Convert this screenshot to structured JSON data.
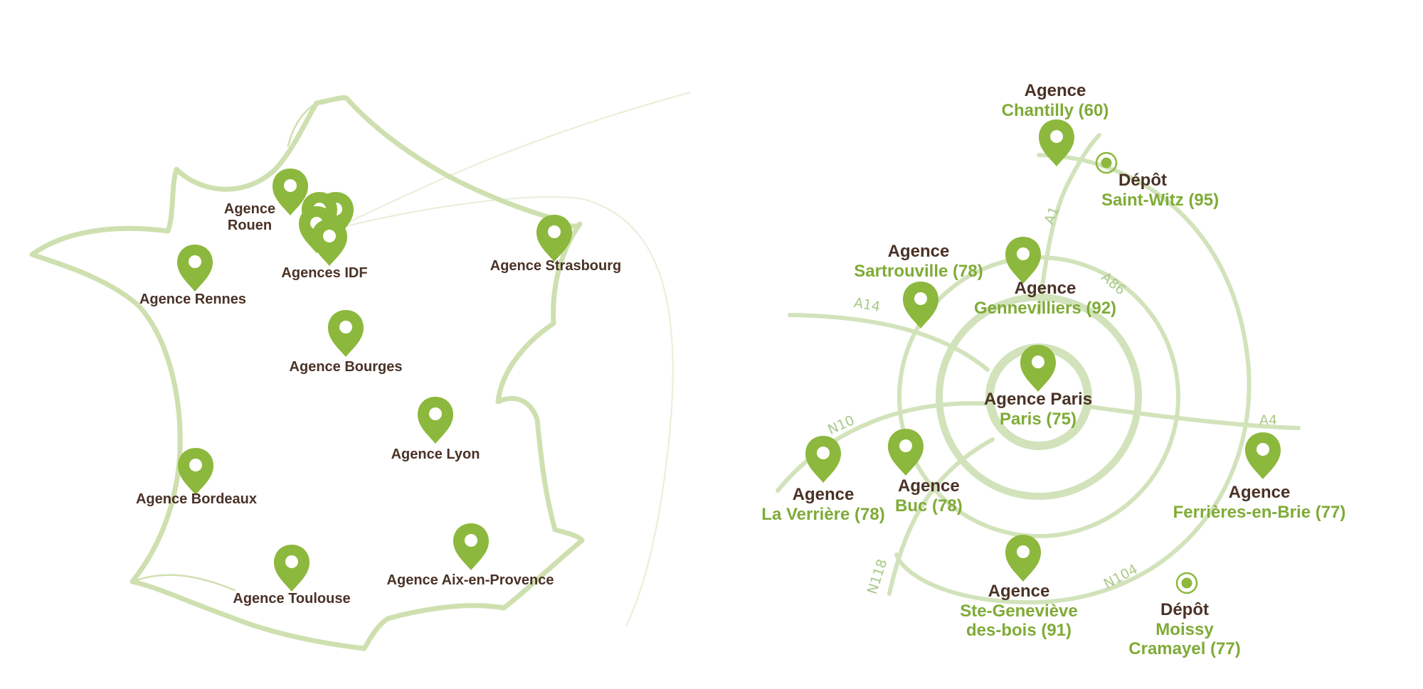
{
  "colors": {
    "pin": "#8cb83d",
    "pin_hole": "#ffffff",
    "map_line": "#cfe0b0",
    "road_line": "#d2e3bb",
    "label_dark": "#4a3226",
    "label_green": "#7fab37",
    "road_label": "#a9c98a"
  },
  "france_map": {
    "agencies": [
      {
        "id": "rouen",
        "label_line1": "Agence",
        "label_line2": "Rouen",
        "icon": "map-pin-icon"
      },
      {
        "id": "idf",
        "label_line1": "Agences IDF",
        "icon": "map-pin-icon"
      },
      {
        "id": "rennes",
        "label_line1": "Agence Rennes",
        "icon": "map-pin-icon"
      },
      {
        "id": "strasbourg",
        "label_line1": "Agence Strasbourg",
        "icon": "map-pin-icon"
      },
      {
        "id": "bourges",
        "label_line1": "Agence Bourges",
        "icon": "map-pin-icon"
      },
      {
        "id": "lyon",
        "label_line1": "Agence Lyon",
        "icon": "map-pin-icon"
      },
      {
        "id": "bordeaux",
        "label_line1": "Agence Bordeaux",
        "icon": "map-pin-icon"
      },
      {
        "id": "toulouse",
        "label_line1": "Agence Toulouse",
        "icon": "map-pin-icon"
      },
      {
        "id": "aix",
        "label_line1": "Agence Aix-en-Provence",
        "icon": "map-pin-icon"
      }
    ]
  },
  "idf_map": {
    "roads": [
      "A1",
      "A86",
      "A14",
      "N10",
      "A4",
      "N118",
      "N104"
    ],
    "sites": [
      {
        "id": "chantilly",
        "type_label": "Agence",
        "place_label": "Chantilly (60)",
        "icon": "map-pin-icon"
      },
      {
        "id": "saint-witz",
        "type_label": "Dépôt",
        "place_label": "Saint-Witz (95)",
        "icon": "depot-marker-icon"
      },
      {
        "id": "sartrouville",
        "type_label": "Agence",
        "place_label": "Sartrouville (78)",
        "icon": "map-pin-icon"
      },
      {
        "id": "gennevilliers",
        "type_label": "Agence",
        "place_label": "Gennevilliers (92)",
        "icon": "map-pin-icon"
      },
      {
        "id": "paris",
        "type_label": "Agence Paris",
        "place_label": "Paris (75)",
        "icon": "map-pin-icon"
      },
      {
        "id": "la-verriere",
        "type_label": "Agence",
        "place_label": "La Verrière (78)",
        "icon": "map-pin-icon"
      },
      {
        "id": "buc",
        "type_label": "Agence",
        "place_label": "Buc (78)",
        "icon": "map-pin-icon"
      },
      {
        "id": "ferrieres",
        "type_label": "Agence",
        "place_label": "Ferrières-en-Brie (77)",
        "icon": "map-pin-icon"
      },
      {
        "id": "ste-genevieve",
        "type_label": "Agence",
        "place_label": "Ste-Geneviève",
        "place_label_2": "des-bois (91)",
        "icon": "map-pin-icon"
      },
      {
        "id": "moissy",
        "type_label": "Dépôt",
        "place_label": "Moissy",
        "place_label_2": "Cramayel (77)",
        "icon": "depot-marker-icon"
      }
    ]
  }
}
